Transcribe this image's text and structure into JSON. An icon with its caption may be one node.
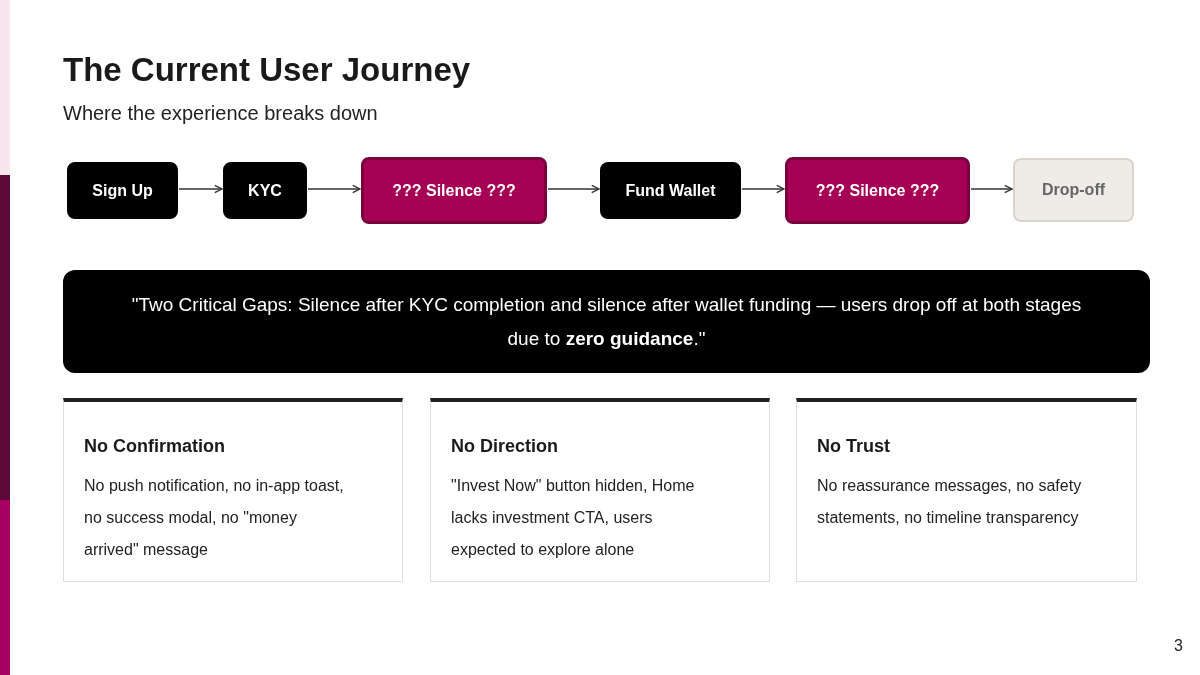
{
  "diagram": {
    "title": "The Current User Journey",
    "caption": "Where the experience breaks down",
    "nodes": [
      {
        "text": [
          "Sign Up"
        ]
      },
      {
        "text": [
          "KYC"
        ]
      },
      {
        "text": [
          "??? Silence ???"
        ]
      },
      {
        "text": [
          "Fund Wallet"
        ]
      },
      {
        "text": [
          "??? Silence ???"
        ]
      },
      {
        "text": [
          "Drop-off"
        ]
      },
      {
        "text": [
          "\"Two Critical Gaps: Silence after KYC completion and silence after wallet funding — users drop off at both stages due to **zero guidance**.\""
        ]
      },
      {
        "text": [
          "No Confirmation",
          "No push notification, no in-app toast, no success modal, no \"money arrived\" message"
        ]
      },
      {
        "text": [
          "No Direction",
          "\"Invest Now\" button hidden, Home lacks investment CTA, users expected to explore alone"
        ]
      },
      {
        "text": [
          "No Trust",
          "No reassurance messages, no safety statements, no timeline transparency"
        ]
      }
    ],
    "edges": [
      {
        "from": 0,
        "to": 1,
        "arrow": "to"
      },
      {
        "from": 1,
        "to": 2,
        "arrow": "to"
      },
      {
        "from": 2,
        "to": 3,
        "arrow": "to"
      },
      {
        "from": 3,
        "to": 4,
        "arrow": "to"
      },
      {
        "from": 4,
        "to": 5,
        "arrow": "to"
      }
    ],
    "labels": [
      "3"
    ]
  }
}
